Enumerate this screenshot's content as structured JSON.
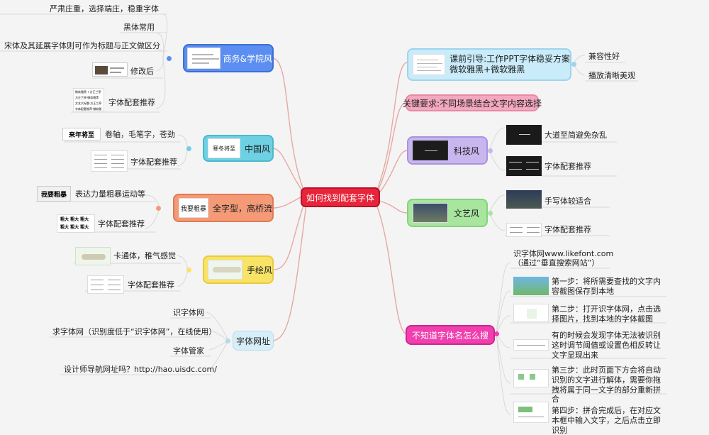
{
  "center": "如何找到配套字体",
  "left": {
    "business": {
      "label": "商务&学院风",
      "leaves": [
        "严肃庄重，选择端庄，稳重字体",
        "黑体常用",
        "宋体及其延展字体则可作为标题与正文做区分",
        "修改后",
        "字体配套推荐"
      ],
      "pic_text": [
        "微软雅黑 +方正兰亭",
        "方正兰亭·微软雅黑",
        "文艺大标题·方正兰亭",
        "字体配套推荐·微软雅黑"
      ]
    },
    "chinese": {
      "label": "中国风",
      "thumb_text": "寒冬将至",
      "leaves": [
        "卷轴，毛笔字，苍劲",
        "字体配套推荐"
      ],
      "pic_text": "来年将至"
    },
    "fullword": {
      "label": "全字型，高桥流",
      "thumb_text": "我要粗暴",
      "leaves": [
        "表达力量粗暴运动等",
        "字体配套推荐"
      ],
      "pic_text": "我要粗暴",
      "pair_text": [
        "粗大 粗大 粗大",
        "粗大 粗大 粗大"
      ]
    },
    "handdrawn": {
      "label": "手绘风",
      "leaves": [
        "卡通体，稚气感觉",
        "字体配套推荐"
      ]
    },
    "sites": {
      "label": "字体网址",
      "leaves": [
        "识字体网",
        "求字体网（识别度低于“识字体网”，在线使用）",
        "字体管家",
        "设计师导航网址吗？http://hao.uisdc.com/"
      ]
    }
  },
  "right": {
    "intro": {
      "label_line1": "课前引导:工作PPT字体稳妥方案",
      "label_line2": "微软雅黑+微软雅黑",
      "leaves": [
        "兼容性好",
        "播放清晰美观"
      ]
    },
    "key": {
      "label": "关键要求:不同场景结合文字内容选择"
    },
    "tech": {
      "label": "科技风",
      "leaves": [
        "大道至简避免杂乱",
        "字体配套推荐"
      ]
    },
    "art": {
      "label": "文艺风",
      "leaves": [
        "手写体较适合",
        "字体配套推荐"
      ]
    },
    "unknown": {
      "label": "不知道字体名怎么搜",
      "top_leaf_line1": "识字体网www.likefont.com",
      "top_leaf_line2": "（通过“垂直搜索网站”）",
      "steps": [
        "第一步：将所需要查找的文字内容截图保存到本地",
        "第二步：打开识字体网，点击选择图片，找到本地的字体截图",
        "有的时候会发现字体无法被识别这时调节阈值或设置色相反转让文字显现出来",
        "第三步：此时页面下方会将自动识别的文字进行解体，需要你拖拽将属于同一文字的部分重新拼合",
        "第四步：拼合完成后，在对应文本框中输入文字，之后点击立即识别"
      ]
    }
  },
  "colors": {
    "line": "#e7a8a2",
    "center": "#e8243a",
    "business": "#5b8ef0",
    "chinese": "#6ed1e3",
    "fullword": "#f49a77",
    "handdrawn": "#f8e367",
    "sites": "#d7eef8",
    "intro": "#c9ebfa",
    "key": "#f3a8c0",
    "tech": "#c8b6ee",
    "art": "#a8e6a0",
    "unknown": "#f03fae"
  }
}
